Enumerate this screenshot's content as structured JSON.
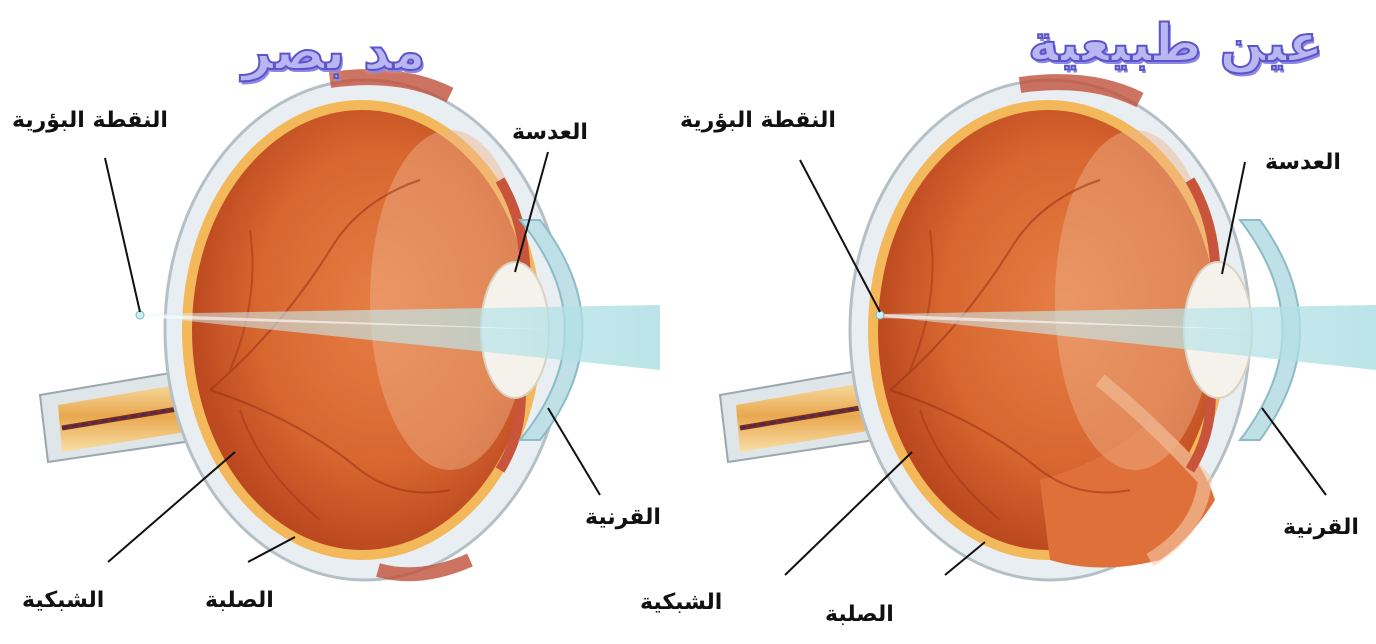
{
  "diagrams": [
    {
      "title": "مد بصر",
      "labels": {
        "focal_point": "النقطة البؤرية",
        "lens": "العدسة",
        "cornea": "القرنية",
        "retina": "الشبكية",
        "sclera": "الصلبة"
      }
    },
    {
      "title": "عين طبيعية",
      "labels": {
        "focal_point": "النقطة البؤرية",
        "lens": "العدسة",
        "cornea": "القرنية",
        "retina": "الشبكية",
        "sclera": "الصلبة"
      }
    }
  ],
  "colors": {
    "eyeball": "#d7662f",
    "eyeball_dark": "#b6421c",
    "sclera": "#e9eef2",
    "retina_line": "#f2b85a",
    "light_beam": "#bfe3e8",
    "lens": "#f4f2ea",
    "cornea": "#bfe0e6",
    "optic_nerve": "#f3c777",
    "title_fill": "#b9b6f2",
    "title_stroke": "#5a55c8"
  }
}
